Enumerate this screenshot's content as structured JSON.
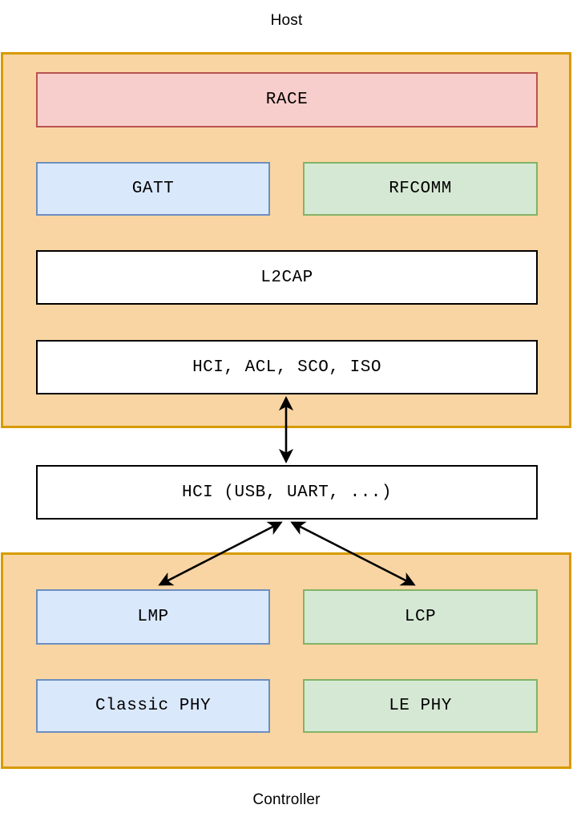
{
  "diagram": {
    "title_top": "Host",
    "title_bottom": "Controller",
    "palette": {
      "group_fill": "#f9d5a3",
      "group_border": "#d79b00",
      "red_fill": "#f8cecc",
      "red_border": "#b85450",
      "blue_fill": "#dae8fc",
      "blue_border": "#6c8ebf",
      "green_fill": "#d5e8d4",
      "green_border": "#82b366",
      "plain_fill": "#ffffff",
      "plain_border": "#000000",
      "edge_color": "#000000",
      "background": "#ffffff"
    },
    "host": {
      "label": "Host",
      "nodes": [
        {
          "id": "race",
          "label": "RACE",
          "style": "red"
        },
        {
          "id": "gatt",
          "label": "GATT",
          "style": "blue"
        },
        {
          "id": "rfcomm",
          "label": "RFCOMM",
          "style": "green"
        },
        {
          "id": "l2cap",
          "label": "L2CAP",
          "style": "plain"
        },
        {
          "id": "hci_acl",
          "label": "HCI, ACL, SCO, ISO",
          "style": "plain"
        }
      ]
    },
    "transport": {
      "nodes": [
        {
          "id": "hci_usb",
          "label": "HCI (USB, UART, ...)",
          "style": "plain"
        }
      ]
    },
    "controller": {
      "label": "Controller",
      "nodes": [
        {
          "id": "lmp",
          "label": "LMP",
          "style": "blue"
        },
        {
          "id": "lcp",
          "label": "LCP",
          "style": "green"
        },
        {
          "id": "classic_phy",
          "label": "Classic PHY",
          "style": "blue"
        },
        {
          "id": "le_phy",
          "label": "LE PHY",
          "style": "green"
        }
      ]
    },
    "edges": [
      {
        "id": "hci-acl-to-hci-usb",
        "from": "hci_acl",
        "to": "hci_usb",
        "arrow": "double",
        "orientation": "vertical"
      },
      {
        "id": "hci-usb-to-lmp",
        "from": "hci_usb",
        "to": "lmp",
        "arrow": "double",
        "orientation": "diagonal-left"
      },
      {
        "id": "hci-usb-to-lcp",
        "from": "hci_usb",
        "to": "lcp",
        "arrow": "double",
        "orientation": "diagonal-right"
      }
    ]
  }
}
